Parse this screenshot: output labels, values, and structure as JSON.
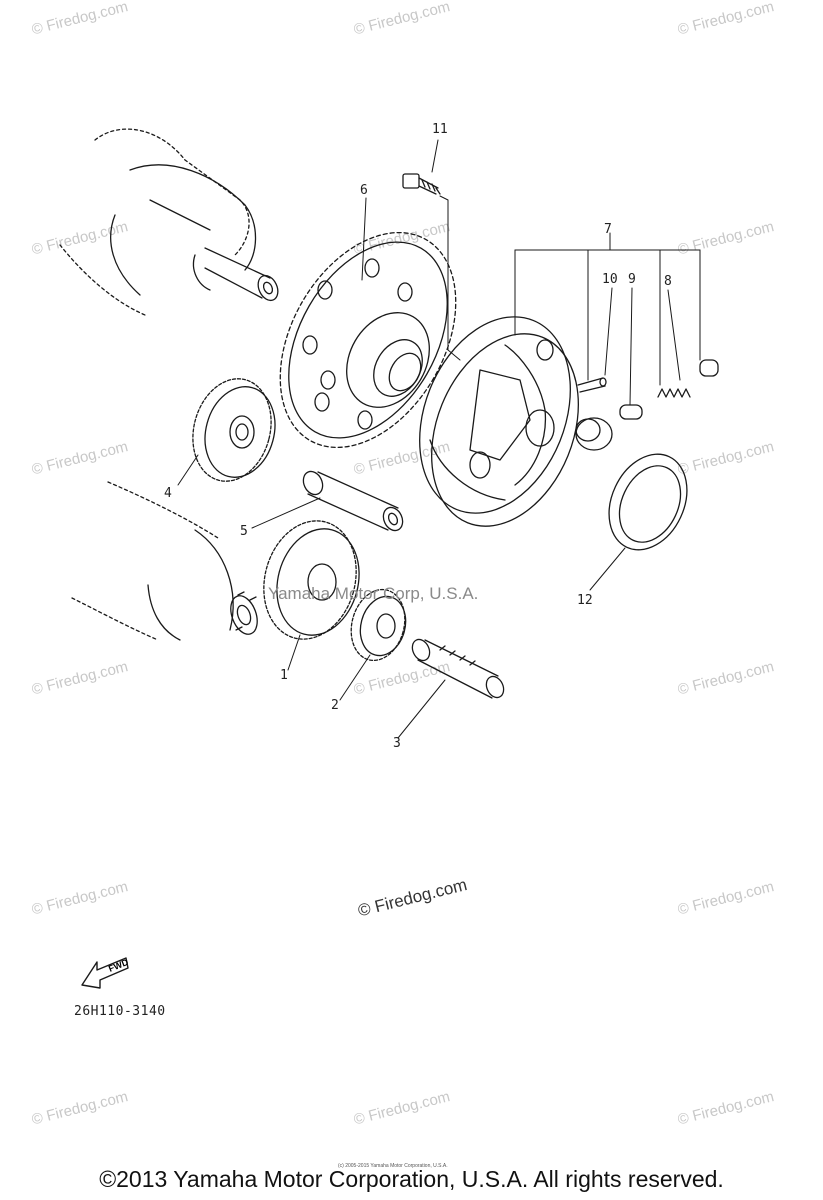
{
  "diagram": {
    "callouts": [
      {
        "id": "1",
        "label": "1"
      },
      {
        "id": "2",
        "label": "2"
      },
      {
        "id": "3",
        "label": "3"
      },
      {
        "id": "4",
        "label": "4"
      },
      {
        "id": "5",
        "label": "5"
      },
      {
        "id": "6",
        "label": "6"
      },
      {
        "id": "7",
        "label": "7"
      },
      {
        "id": "8",
        "label": "8"
      },
      {
        "id": "9",
        "label": "9"
      },
      {
        "id": "10",
        "label": "10"
      },
      {
        "id": "11",
        "label": "11"
      },
      {
        "id": "12",
        "label": "12"
      }
    ],
    "fwd_label": "FWD",
    "part_code": "26H110-3140",
    "mid_watermark": "Yamaha Motor Corp, U.S.A."
  },
  "watermarks": {
    "text": "© Firedog.com"
  },
  "footer": {
    "copyright": "©2013 Yamaha Motor Corporation, U.S.A. All rights reserved.",
    "tiny_copyright": "(c) 2005-2015 Yamaha Motor Corporation, U.S.A."
  },
  "colors": {
    "ink": "#1a1a1a",
    "watermark": "#c8c8c8",
    "background": "#ffffff"
  }
}
